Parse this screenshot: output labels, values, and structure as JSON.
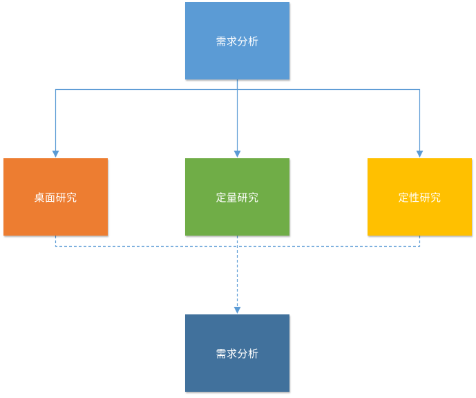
{
  "diagram": {
    "nodes": [
      {
        "id": "top",
        "label": "需求分析",
        "color": "#5b9bd5"
      },
      {
        "id": "left",
        "label": "桌面研究",
        "color": "#ed7d31"
      },
      {
        "id": "middle",
        "label": "定量研究",
        "color": "#70ad47"
      },
      {
        "id": "right",
        "label": "定性研究",
        "color": "#ffc000"
      },
      {
        "id": "bottom",
        "label": "需求分析",
        "color": "#41719c"
      }
    ],
    "edges": [
      {
        "from": "top",
        "to": "left",
        "style": "solid"
      },
      {
        "from": "top",
        "to": "middle",
        "style": "solid"
      },
      {
        "from": "top",
        "to": "right",
        "style": "solid"
      },
      {
        "from": "left",
        "to": "bottom",
        "style": "dashed"
      },
      {
        "from": "middle",
        "to": "bottom",
        "style": "dashed"
      },
      {
        "from": "right",
        "to": "bottom",
        "style": "dashed"
      }
    ],
    "connector_color": "#5b9bd5"
  }
}
